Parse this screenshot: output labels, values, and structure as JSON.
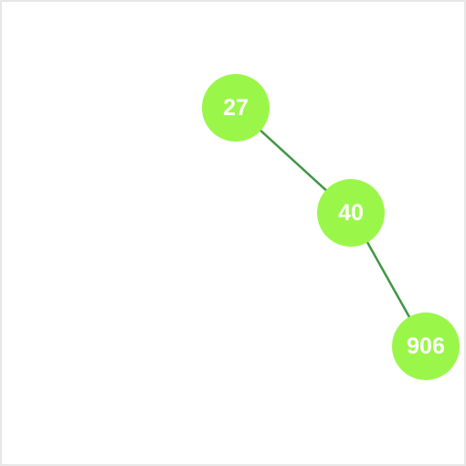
{
  "colors": {
    "node_fill": "#9AF74A",
    "edge": "#3F9645",
    "label": "#FFFFFF",
    "border": "#E6E6E6"
  },
  "tree": {
    "nodes": [
      {
        "id": "n27",
        "label": "27"
      },
      {
        "id": "n40",
        "label": "40"
      },
      {
        "id": "n906",
        "label": "906"
      }
    ],
    "edges": [
      {
        "from": "n27",
        "to": "n40"
      },
      {
        "from": "n40",
        "to": "n906"
      }
    ]
  }
}
